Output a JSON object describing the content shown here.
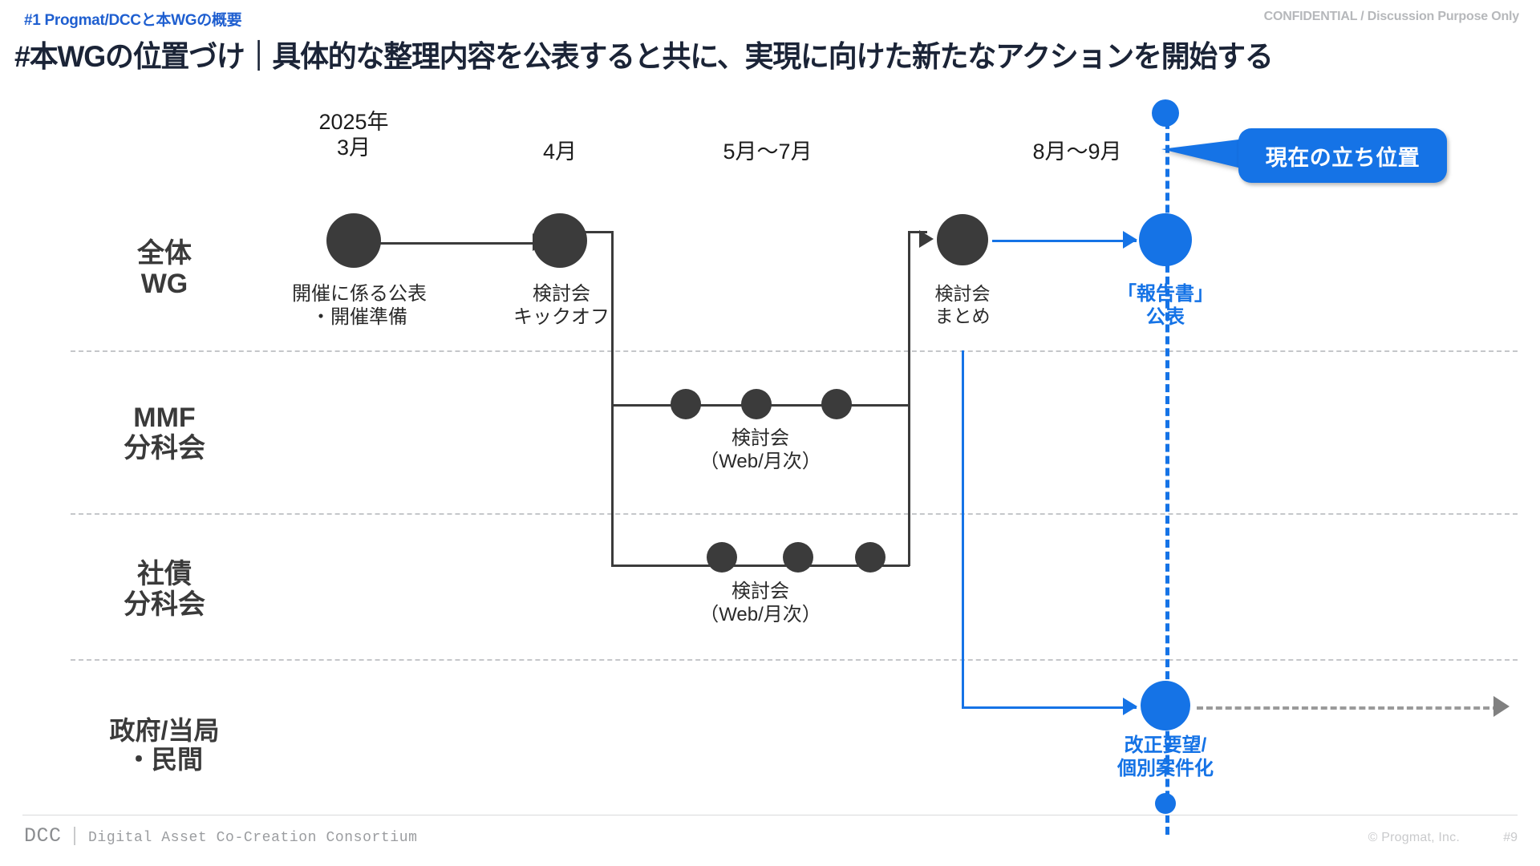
{
  "header": {
    "kicker": "#1  Progmat/DCCと本WGの概要",
    "confidential": "CONFIDENTIAL / Discussion Purpose Only",
    "title": "#本WGの位置づけ｜具体的な整理内容を公表すると共に、実現に向けた新たなアクションを開始する"
  },
  "accent_color": "#1573E6",
  "dark_color": "#3b3b3b",
  "timeline": {
    "periods": [
      {
        "line1": "2025年",
        "line2": "3月"
      },
      {
        "line1": "",
        "line2": "4月"
      },
      {
        "line1": "",
        "line2": "5月〜7月"
      },
      {
        "line1": "",
        "line2": "8月〜9月"
      }
    ]
  },
  "callout": {
    "label": "現在の立ち位置"
  },
  "lanes": [
    {
      "line1": "全体",
      "line2": "WG"
    },
    {
      "line1": "MMF",
      "line2": "分科会"
    },
    {
      "line1": "社債",
      "line2": "分科会"
    },
    {
      "line1": "政府/当局",
      "line2": "・民間"
    }
  ],
  "milestones": {
    "wg_publish": {
      "line1": "開催に係る公表",
      "line2": "・開催準備"
    },
    "wg_kickoff": {
      "line1": "検討会",
      "line2": "キックオフ"
    },
    "wg_summary": {
      "line1": "検討会",
      "line2": "まとめ"
    },
    "wg_report": {
      "line1": "「報告書」",
      "line2": "公表"
    },
    "mmf_meeting": {
      "line1": "検討会",
      "line2": "（Web/月次）"
    },
    "bond_meeting": {
      "line1": "検討会",
      "line2": "（Web/月次）"
    },
    "gov_action": {
      "line1": "改正要望/",
      "line2": "個別案件化"
    }
  },
  "footer": {
    "logo_mark": "DCC",
    "logo_divider": "|",
    "logo_sub": "Digital Asset Co-Creation Consortium",
    "copyright": "© Progmat, Inc.",
    "page": "#9"
  }
}
